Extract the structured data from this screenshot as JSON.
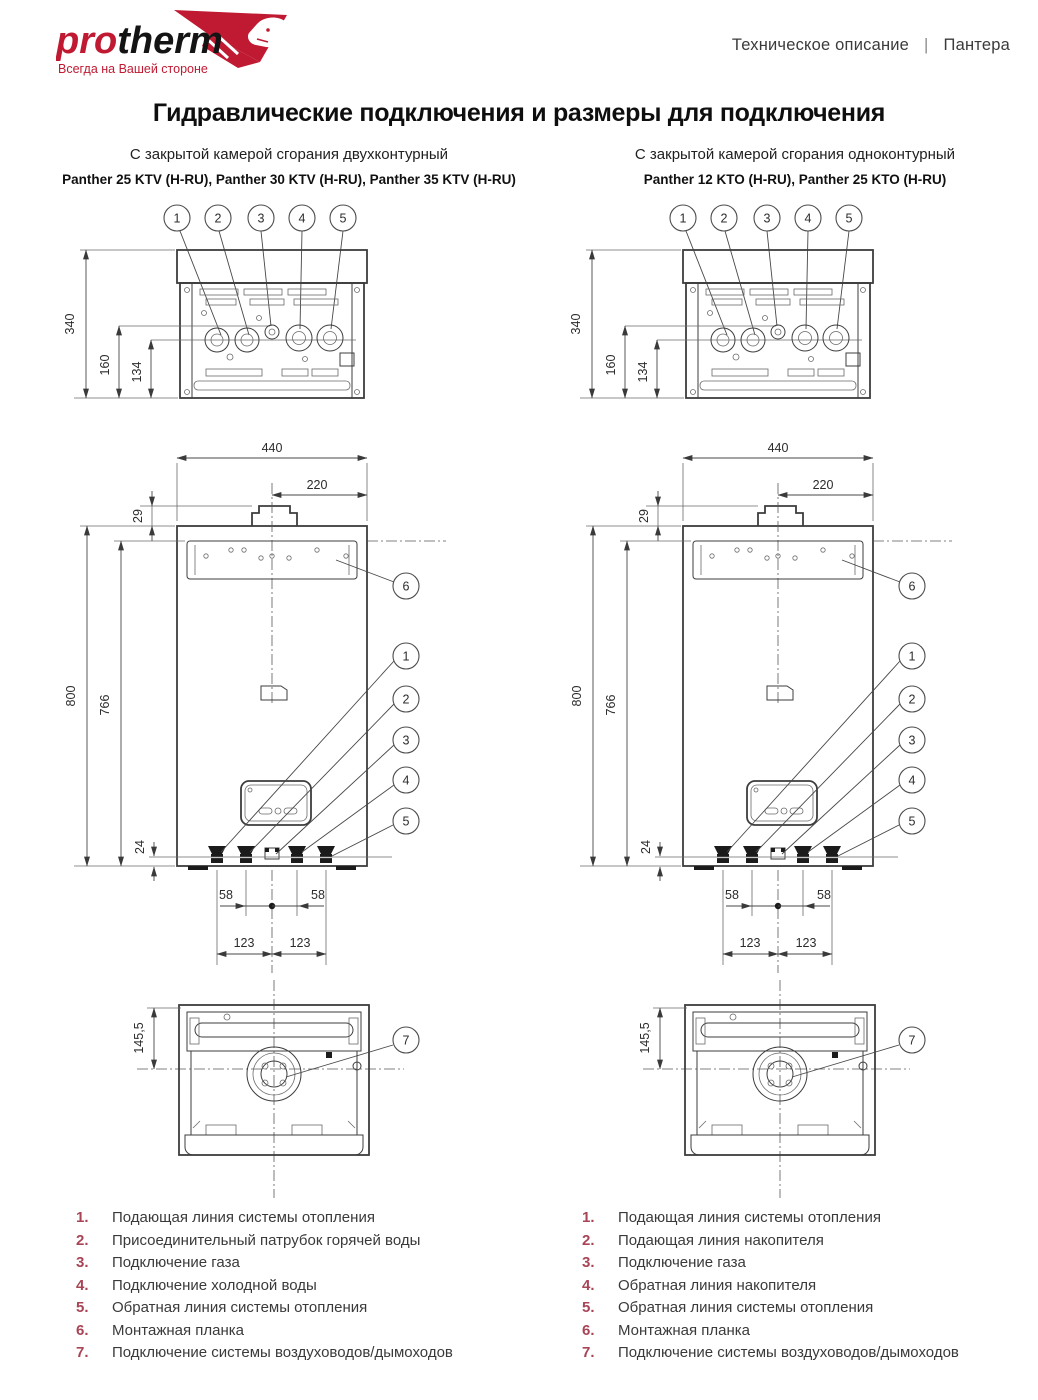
{
  "header": {
    "logo": {
      "pro": "pro",
      "therm": "therm",
      "tagline": "Всегда на Вашей стороне"
    },
    "doc_type": "Техническое описание",
    "separator": "|",
    "product": "Пантера"
  },
  "title": "Гидравлические подключения и размеры для подключения",
  "columns": {
    "left": {
      "subtitle": "С закрытой камерой сгорания двухконтурный",
      "models": "Panther 25 KTV (H-RU), Panther 30 KTV (H-RU), Panther 35 KTV (H-RU)",
      "legend": [
        {
          "num": "1.",
          "text": "Подающая линия системы отопления"
        },
        {
          "num": "2.",
          "text": "Присоединительный патрубок горячей воды"
        },
        {
          "num": "3.",
          "text": "Подключение газа"
        },
        {
          "num": "4.",
          "text": "Подключение холодной воды"
        },
        {
          "num": "5.",
          "text": "Обратная линия системы отопления"
        },
        {
          "num": "6.",
          "text": "Монтажная планка"
        },
        {
          "num": "7.",
          "text": "Подключение системы воздуховодов/дымоходов"
        }
      ]
    },
    "right": {
      "subtitle": "С закрытой камерой сгорания одноконтурный",
      "models": "Panther 12 KTO (H-RU), Panther 25 KTO (H-RU)",
      "legend": [
        {
          "num": "1.",
          "text": "Подающая линия системы отопления"
        },
        {
          "num": "2.",
          "text": "Подающая линия накопителя"
        },
        {
          "num": "3.",
          "text": "Подключение газа"
        },
        {
          "num": "4.",
          "text": "Обратная линия накопителя"
        },
        {
          "num": "5.",
          "text": "Обратная линия системы отопления"
        },
        {
          "num": "6.",
          "text": "Монтажная планка"
        },
        {
          "num": "7.",
          "text": "Подключение системы воздуховодов/дымоходов"
        }
      ]
    }
  },
  "dimensions": {
    "depth_total": "340",
    "conn_axis_depth": "160",
    "conn_axis_depth2": "134",
    "width_total": "440",
    "width_half": "220",
    "flue_collar_height": "29",
    "height_total": "800",
    "bracket_height": "766",
    "conn_protrusion": "24",
    "conn_spacing_inner": "58",
    "conn_spacing_outer": "123",
    "top_depth": "145,5"
  },
  "callouts": {
    "c1": "1",
    "c2": "2",
    "c3": "3",
    "c4": "4",
    "c5": "5",
    "c6": "6",
    "c7": "7"
  },
  "colors": {
    "brand_red": "#c01a32",
    "legend_number": "#a84455",
    "line": "#3d3d3d"
  }
}
